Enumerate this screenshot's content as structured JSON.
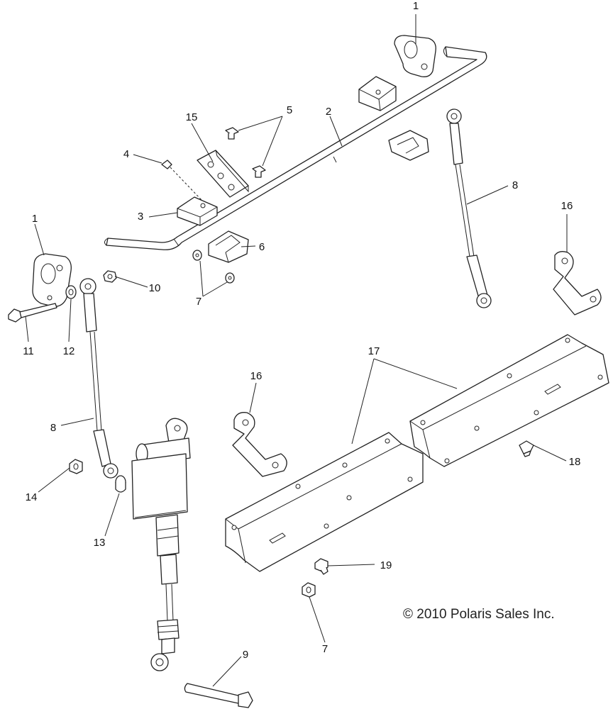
{
  "callouts": {
    "c1_top": "1",
    "c2": "2",
    "c3": "3",
    "c4": "4",
    "c5": "5",
    "c15": "15",
    "c6": "6",
    "c7_upper": "7",
    "c8_right": "8",
    "c16_right": "16",
    "c1_left": "1",
    "c10": "10",
    "c11": "11",
    "c12": "12",
    "c8_left": "8",
    "c14": "14",
    "c13": "13",
    "c16_mid": "16",
    "c17": "17",
    "c18": "18",
    "c19": "19",
    "c7_lower": "7",
    "c9": "9"
  },
  "copyright": "© 2010 Polaris Sales Inc."
}
